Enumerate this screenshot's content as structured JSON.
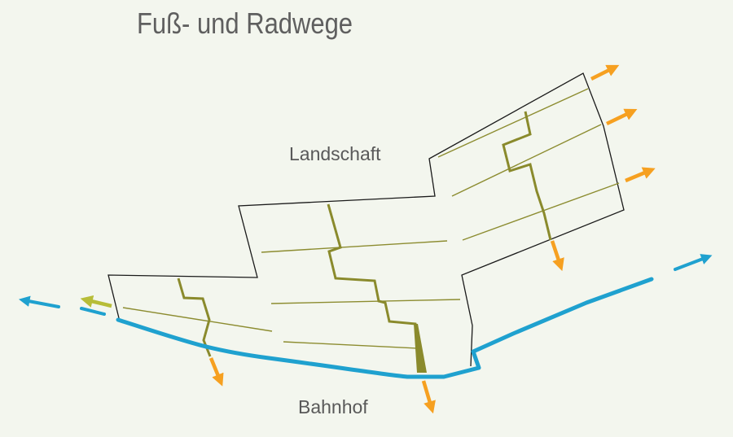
{
  "title": "Fuß- und Radwege",
  "labels": {
    "top": "Landschaft",
    "bottom": "Bahnhof"
  },
  "colors": {
    "background": "#f3f6ee",
    "outline": "#1a1a1a",
    "path_olive": "#8a8a2c",
    "path_olive_light": "#8c8c30",
    "cycle_blue": "#1fa1cf",
    "arrow_orange": "#f6a020",
    "arrow_green": "#b7bd38"
  },
  "icons": {
    "exit_arrow": "arrow-icon"
  }
}
